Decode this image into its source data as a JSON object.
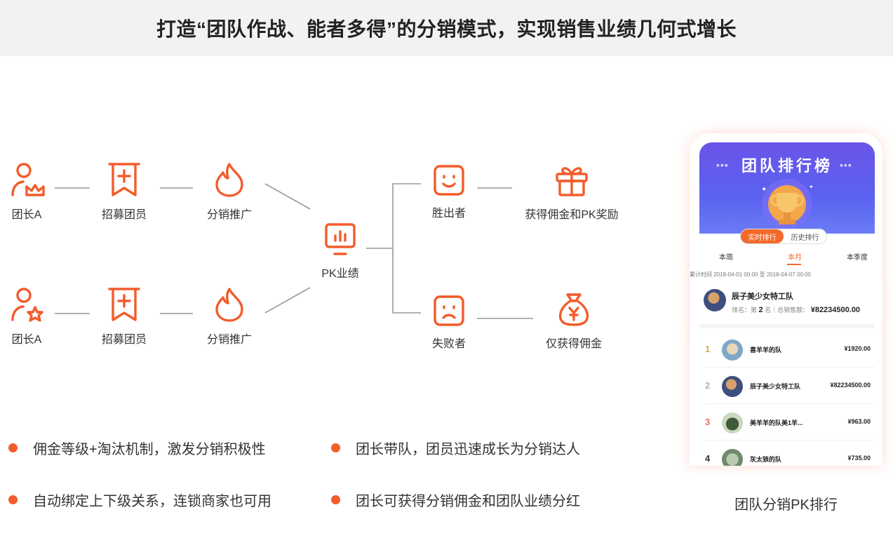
{
  "header": {
    "title": "打造“团队作战、能者多得”的分销模式，实现销售业绩几何式增长"
  },
  "flow": {
    "top_leader": "团长A",
    "top_recruit": "招募团员",
    "top_promote": "分销推广",
    "bottom_leader": "团长A",
    "bottom_recruit": "招募团员",
    "bottom_promote": "分销推广",
    "pk": "PK业绩",
    "winner": "胜出者",
    "winner_reward": "获得佣金和PK奖励",
    "loser": "失败者",
    "loser_reward": "仅获得佣金"
  },
  "bullets": [
    "佣金等级+淘汰机制，激发分销积极性",
    "团长带队，团员迅速成长为分销达人",
    "自动绑定上下级关系，连锁商家也可用",
    "团长可获得分销佣金和团队业绩分红"
  ],
  "phone": {
    "banner_title": "团队排行榜",
    "tabs": [
      "实时排行",
      "历史排行"
    ],
    "periods": [
      "本周",
      "本月",
      "本季度"
    ],
    "range": "累计时间 2018-04-01 00:00 至 2018-04-07 00:00",
    "my_team": {
      "name": "辰子美少女特工队",
      "rank_prefix": "排名：第",
      "rank": "2",
      "rank_suffix": "名｜总销售额：",
      "amount": "¥82234500.00"
    },
    "rows": [
      {
        "rank": "1",
        "name": "喜羊羊的队",
        "amount": "¥1920.00"
      },
      {
        "rank": "2",
        "name": "辰子美少女特工队",
        "amount": "¥82234500.00"
      },
      {
        "rank": "3",
        "name": "美羊羊的队美1羊...",
        "amount": "¥963.00"
      },
      {
        "rank": "4",
        "name": "灰太狼的队",
        "amount": "¥735.00"
      }
    ]
  },
  "caption": "团队分销PK排行",
  "colors": {
    "accent": "#f35c2c",
    "banner": "#5a62f0"
  }
}
